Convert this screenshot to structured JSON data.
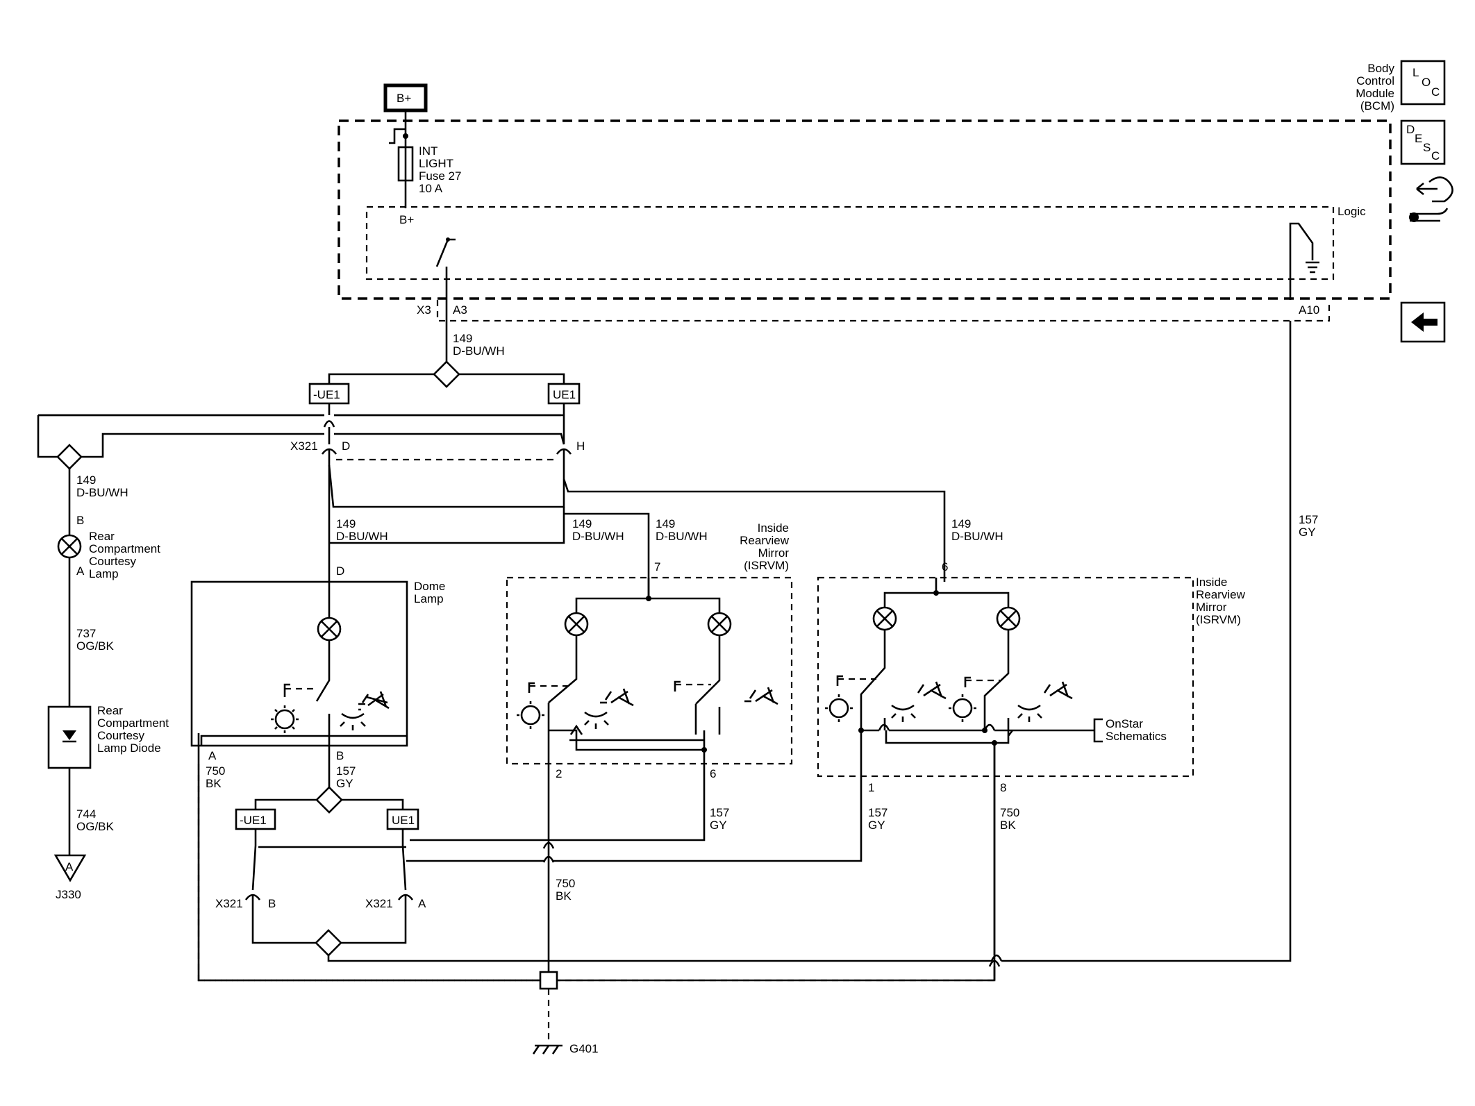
{
  "header": {
    "module_name": [
      "Body",
      "Control",
      "Module",
      "(BCM)"
    ],
    "loc_button": {
      "label": "LOC",
      "icon": "loc-icon"
    },
    "desc_button": {
      "label": "DESC",
      "icon": "desc-icon"
    },
    "connector_icon": "connector-wrench-icon",
    "back_button_icon": "left-arrow-icon"
  },
  "power": {
    "source": "B+",
    "bplus_inner": "B+"
  },
  "fuse": {
    "lines": [
      "INT",
      "LIGHT",
      "Fuse 27",
      "10 A"
    ]
  },
  "bcm": {
    "logic_label": "Logic",
    "connector_x3": "X3",
    "pin_a3": "A3",
    "pin_a10": "A10"
  },
  "wires": {
    "w149_main": [
      "149",
      "D-BU/WH"
    ],
    "w149_left": [
      "149",
      "D-BU/WH"
    ],
    "w149_dome": [
      "149",
      "D-BU/WH"
    ],
    "w149_mid": [
      "149",
      "D-BU/WH"
    ],
    "w149_isrvm1": [
      "149",
      "D-BU/WH"
    ],
    "w149_isrvm2": [
      "149",
      "D-BU/WH"
    ],
    "w157_right": [
      "157",
      "GY"
    ],
    "w737": [
      "737",
      "OG/BK"
    ],
    "w744": [
      "744",
      "OG/BK"
    ],
    "w750_dome": [
      "750",
      "BK"
    ],
    "w157_dome": [
      "157",
      "GY"
    ],
    "w157_isrvm1": [
      "157",
      "GY"
    ],
    "w157_isrvm2": [
      "157",
      "GY"
    ],
    "w750_mid": [
      "750",
      "BK"
    ],
    "w750_isrvm2": [
      "750",
      "BK"
    ]
  },
  "options": {
    "not_ue1": "-UE1",
    "ue1": "UE1"
  },
  "connectors": {
    "x321": "X321",
    "pin_d": "D",
    "pin_h": "H",
    "pin_b": "B",
    "pin_a": "A",
    "dome_pin_d": "D",
    "dome_pin_a": "A",
    "dome_pin_b": "B"
  },
  "components": {
    "rear_lamp": [
      "Rear",
      "Compartment",
      "Courtesy",
      "Lamp"
    ],
    "rear_lamp_pin_b": "B",
    "rear_lamp_pin_a": "A",
    "rear_diode": [
      "Rear",
      "Compartment",
      "Courtesy",
      "Lamp Diode"
    ],
    "dome_lamp": [
      "Dome",
      "Lamp"
    ],
    "isrvm1": [
      "Inside",
      "Rearview",
      "Mirror",
      "(ISRVM)"
    ],
    "isrvm2": [
      "Inside",
      "Rearview",
      "Mirror",
      "(ISRVM)"
    ],
    "onstar": [
      "OnStar",
      "Schematics"
    ]
  },
  "pins": {
    "isrvm1_7": "7",
    "isrvm1_2": "2",
    "isrvm1_6": "6",
    "isrvm2_6": "6",
    "isrvm2_1": "1",
    "isrvm2_8": "8"
  },
  "ground": {
    "label": "G401",
    "ref_letter": "A",
    "ref_label": "J330"
  }
}
